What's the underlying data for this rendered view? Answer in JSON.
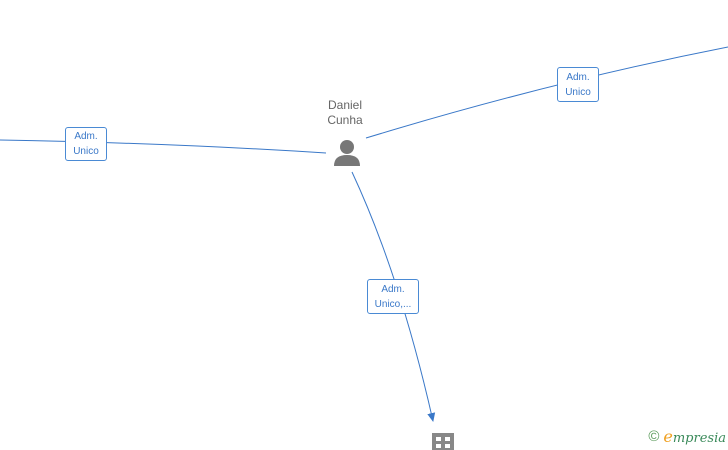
{
  "colors": {
    "edge": "#3a78c8",
    "person_icon": "#777777",
    "company_icon": "#888888",
    "label_border": "#4a8ad4",
    "label_text": "#3a78c8"
  },
  "nodes": {
    "person": {
      "name": "Daniel\nCunha",
      "icon": "person-icon"
    },
    "company": {
      "icon": "company-building-icon"
    }
  },
  "edges": {
    "left": {
      "label": "Adm.\nUnico"
    },
    "top_right": {
      "label": "Adm.\nUnico"
    },
    "bottom": {
      "label": "Adm.\nUnico,..."
    }
  },
  "brand": {
    "copyright": "©",
    "initial": "e",
    "rest": "mpresia"
  }
}
